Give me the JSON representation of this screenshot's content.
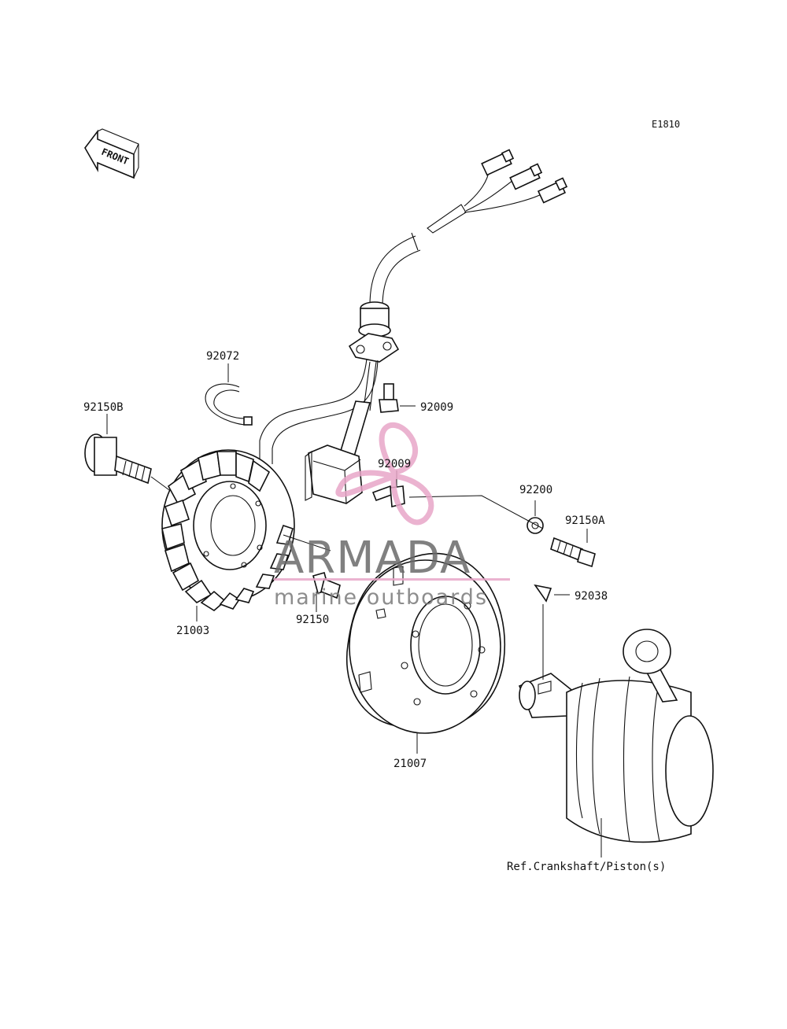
{
  "diagram_code": "E1810",
  "front_label": "FRONT",
  "parts": {
    "p92072": "92072",
    "p92150B": "92150B",
    "p92009_a": "92009",
    "p92009_b": "92009",
    "p92200": "92200",
    "p92150A": "92150A",
    "p92038": "92038",
    "p21003": "21003",
    "p92150": "92150",
    "p21007": "21007"
  },
  "reference": "Ref.Crankshaft/Piston(s)",
  "watermark": {
    "brand": "ARMADA",
    "tagline": "marine outboards",
    "accent_color": "#e8a6c8"
  }
}
